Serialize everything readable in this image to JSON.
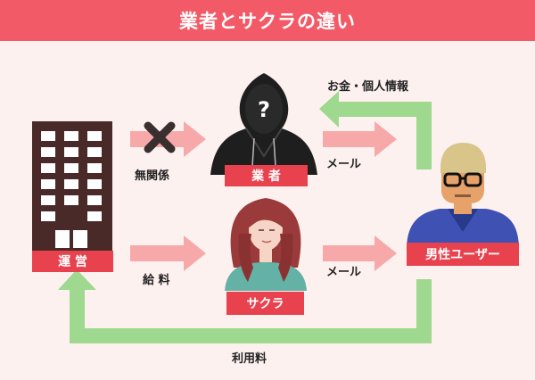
{
  "title": "業者とサクラの違い",
  "nodes": {
    "operator": "運 営",
    "gyosha": "業 者",
    "sakura": "サクラ",
    "user": "男性ユーザー"
  },
  "edges": {
    "no_relation": "無関係",
    "salary": "給 料",
    "mail_top": "メール",
    "mail_bottom": "メール",
    "money_info": "お金・個人情報",
    "usage_fee": "利用料"
  },
  "colors": {
    "title_bg": "#f35a68",
    "tag_bg": "#e8424f",
    "pink_arrow": "#f7a9a9",
    "green_arrow": "#9ed98f",
    "cross": "#3a2f2f",
    "building": "#4a2a28"
  }
}
